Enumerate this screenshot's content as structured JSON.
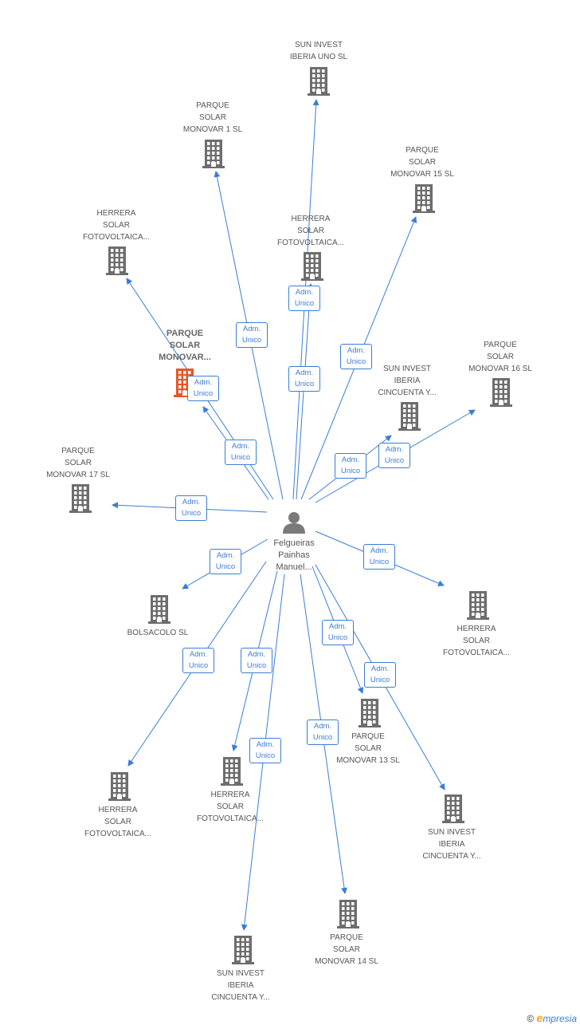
{
  "center": {
    "label": "Felgueiras\nPainhas\nManuel...",
    "icon": "person-icon"
  },
  "colors": {
    "edge": "#3a7dd8",
    "building": "#6d6d6d",
    "highlight": "#e8552a"
  },
  "nodes": [
    {
      "id": "n1",
      "label": "SUN INVEST\nIBERIA UNO SL"
    },
    {
      "id": "n2",
      "label": "PARQUE\nSOLAR\nMONOVAR 1 SL"
    },
    {
      "id": "n3",
      "label": "PARQUE\nSOLAR\nMONOVAR 15 SL"
    },
    {
      "id": "n4",
      "label": "HERRERA\nSOLAR\nFOTOVOLTAICA..."
    },
    {
      "id": "n5",
      "label": "HERRERA\nSOLAR\nFOTOVOLTAICA..."
    },
    {
      "id": "n6",
      "label": "PARQUE\nSOLAR\nMONOVAR...",
      "highlight": true
    },
    {
      "id": "n7",
      "label": "PARQUE\nSOLAR\nMONOVAR 16 SL"
    },
    {
      "id": "n8",
      "label": "SUN INVEST\nIBERIA\nCINCUENTA Y..."
    },
    {
      "id": "n9",
      "label": "PARQUE\nSOLAR\nMONOVAR 17 SL"
    },
    {
      "id": "n10",
      "label": "BOLSACOLO SL"
    },
    {
      "id": "n11",
      "label": "HERRERA\nSOLAR\nFOTOVOLTAICA..."
    },
    {
      "id": "n12",
      "label": "PARQUE\nSOLAR\nMONOVAR 13 SL"
    },
    {
      "id": "n13",
      "label": "HERRERA\nSOLAR\nFOTOVOLTAICA..."
    },
    {
      "id": "n14",
      "label": "HERRERA\nSOLAR\nFOTOVOLTAICA..."
    },
    {
      "id": "n15",
      "label": "SUN INVEST\nIBERIA\nCINCUENTA Y..."
    },
    {
      "id": "n16",
      "label": "PARQUE\nSOLAR\nMONOVAR 14 SL"
    },
    {
      "id": "n17",
      "label": "SUN INVEST\nIBERIA\nCINCUENTA Y..."
    }
  ],
  "edges": [
    {
      "target": "n1",
      "role_line1": "Adm.",
      "role_line2": "Unico"
    },
    {
      "target": "n2",
      "role_line1": "Adm.",
      "role_line2": "Unico"
    },
    {
      "target": "n3",
      "role_line1": "Adm.",
      "role_line2": "Unico"
    },
    {
      "target": "n4",
      "role_line1": "Adm.",
      "role_line2": "Unico"
    },
    {
      "target": "n5",
      "role_line1": "Adm.",
      "role_line2": "Unico"
    },
    {
      "target": "n6",
      "role_line1": "Adm.",
      "role_line2": "Unico"
    },
    {
      "target": "n7",
      "role_line1": "Adm.",
      "role_line2": "Unico"
    },
    {
      "target": "n8",
      "role_line1": "Adm.",
      "role_line2": "Unico"
    },
    {
      "target": "n9",
      "role_line1": "Adm.",
      "role_line2": "Unico"
    },
    {
      "target": "n10",
      "role_line1": "Adm.",
      "role_line2": "Unico"
    },
    {
      "target": "n11",
      "role_line1": "Adm.",
      "role_line2": "Unico"
    },
    {
      "target": "n12",
      "role_line1": "Adm.",
      "role_line2": "Unico"
    },
    {
      "target": "n13",
      "role_line1": "Adm.",
      "role_line2": "Unico"
    },
    {
      "target": "n14",
      "role_line1": "Adm.",
      "role_line2": "Unico"
    },
    {
      "target": "n15",
      "role_line1": "Adm.",
      "role_line2": "Unico"
    },
    {
      "target": "n16",
      "role_line1": "Adm.",
      "role_line2": "Unico"
    },
    {
      "target": "n17",
      "role_line1": "Adm.",
      "role_line2": "Unico"
    }
  ],
  "footer": {
    "copyright": "©",
    "brand_e": "e",
    "brand_rest": "mpresia"
  }
}
